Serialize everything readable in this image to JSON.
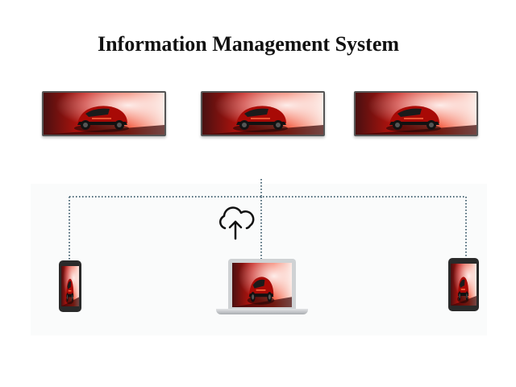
{
  "title": "Information Management System",
  "nodes": {
    "displays": [
      "ad-display-left",
      "ad-display-center",
      "ad-display-right"
    ],
    "cloud_icon": "cloud-upload-icon",
    "clients": [
      "smartphone",
      "laptop",
      "tablet"
    ]
  },
  "colors": {
    "connector": "#4f6b7a",
    "screen_red": "#d61a12",
    "bezel": "#2a2a2a"
  }
}
